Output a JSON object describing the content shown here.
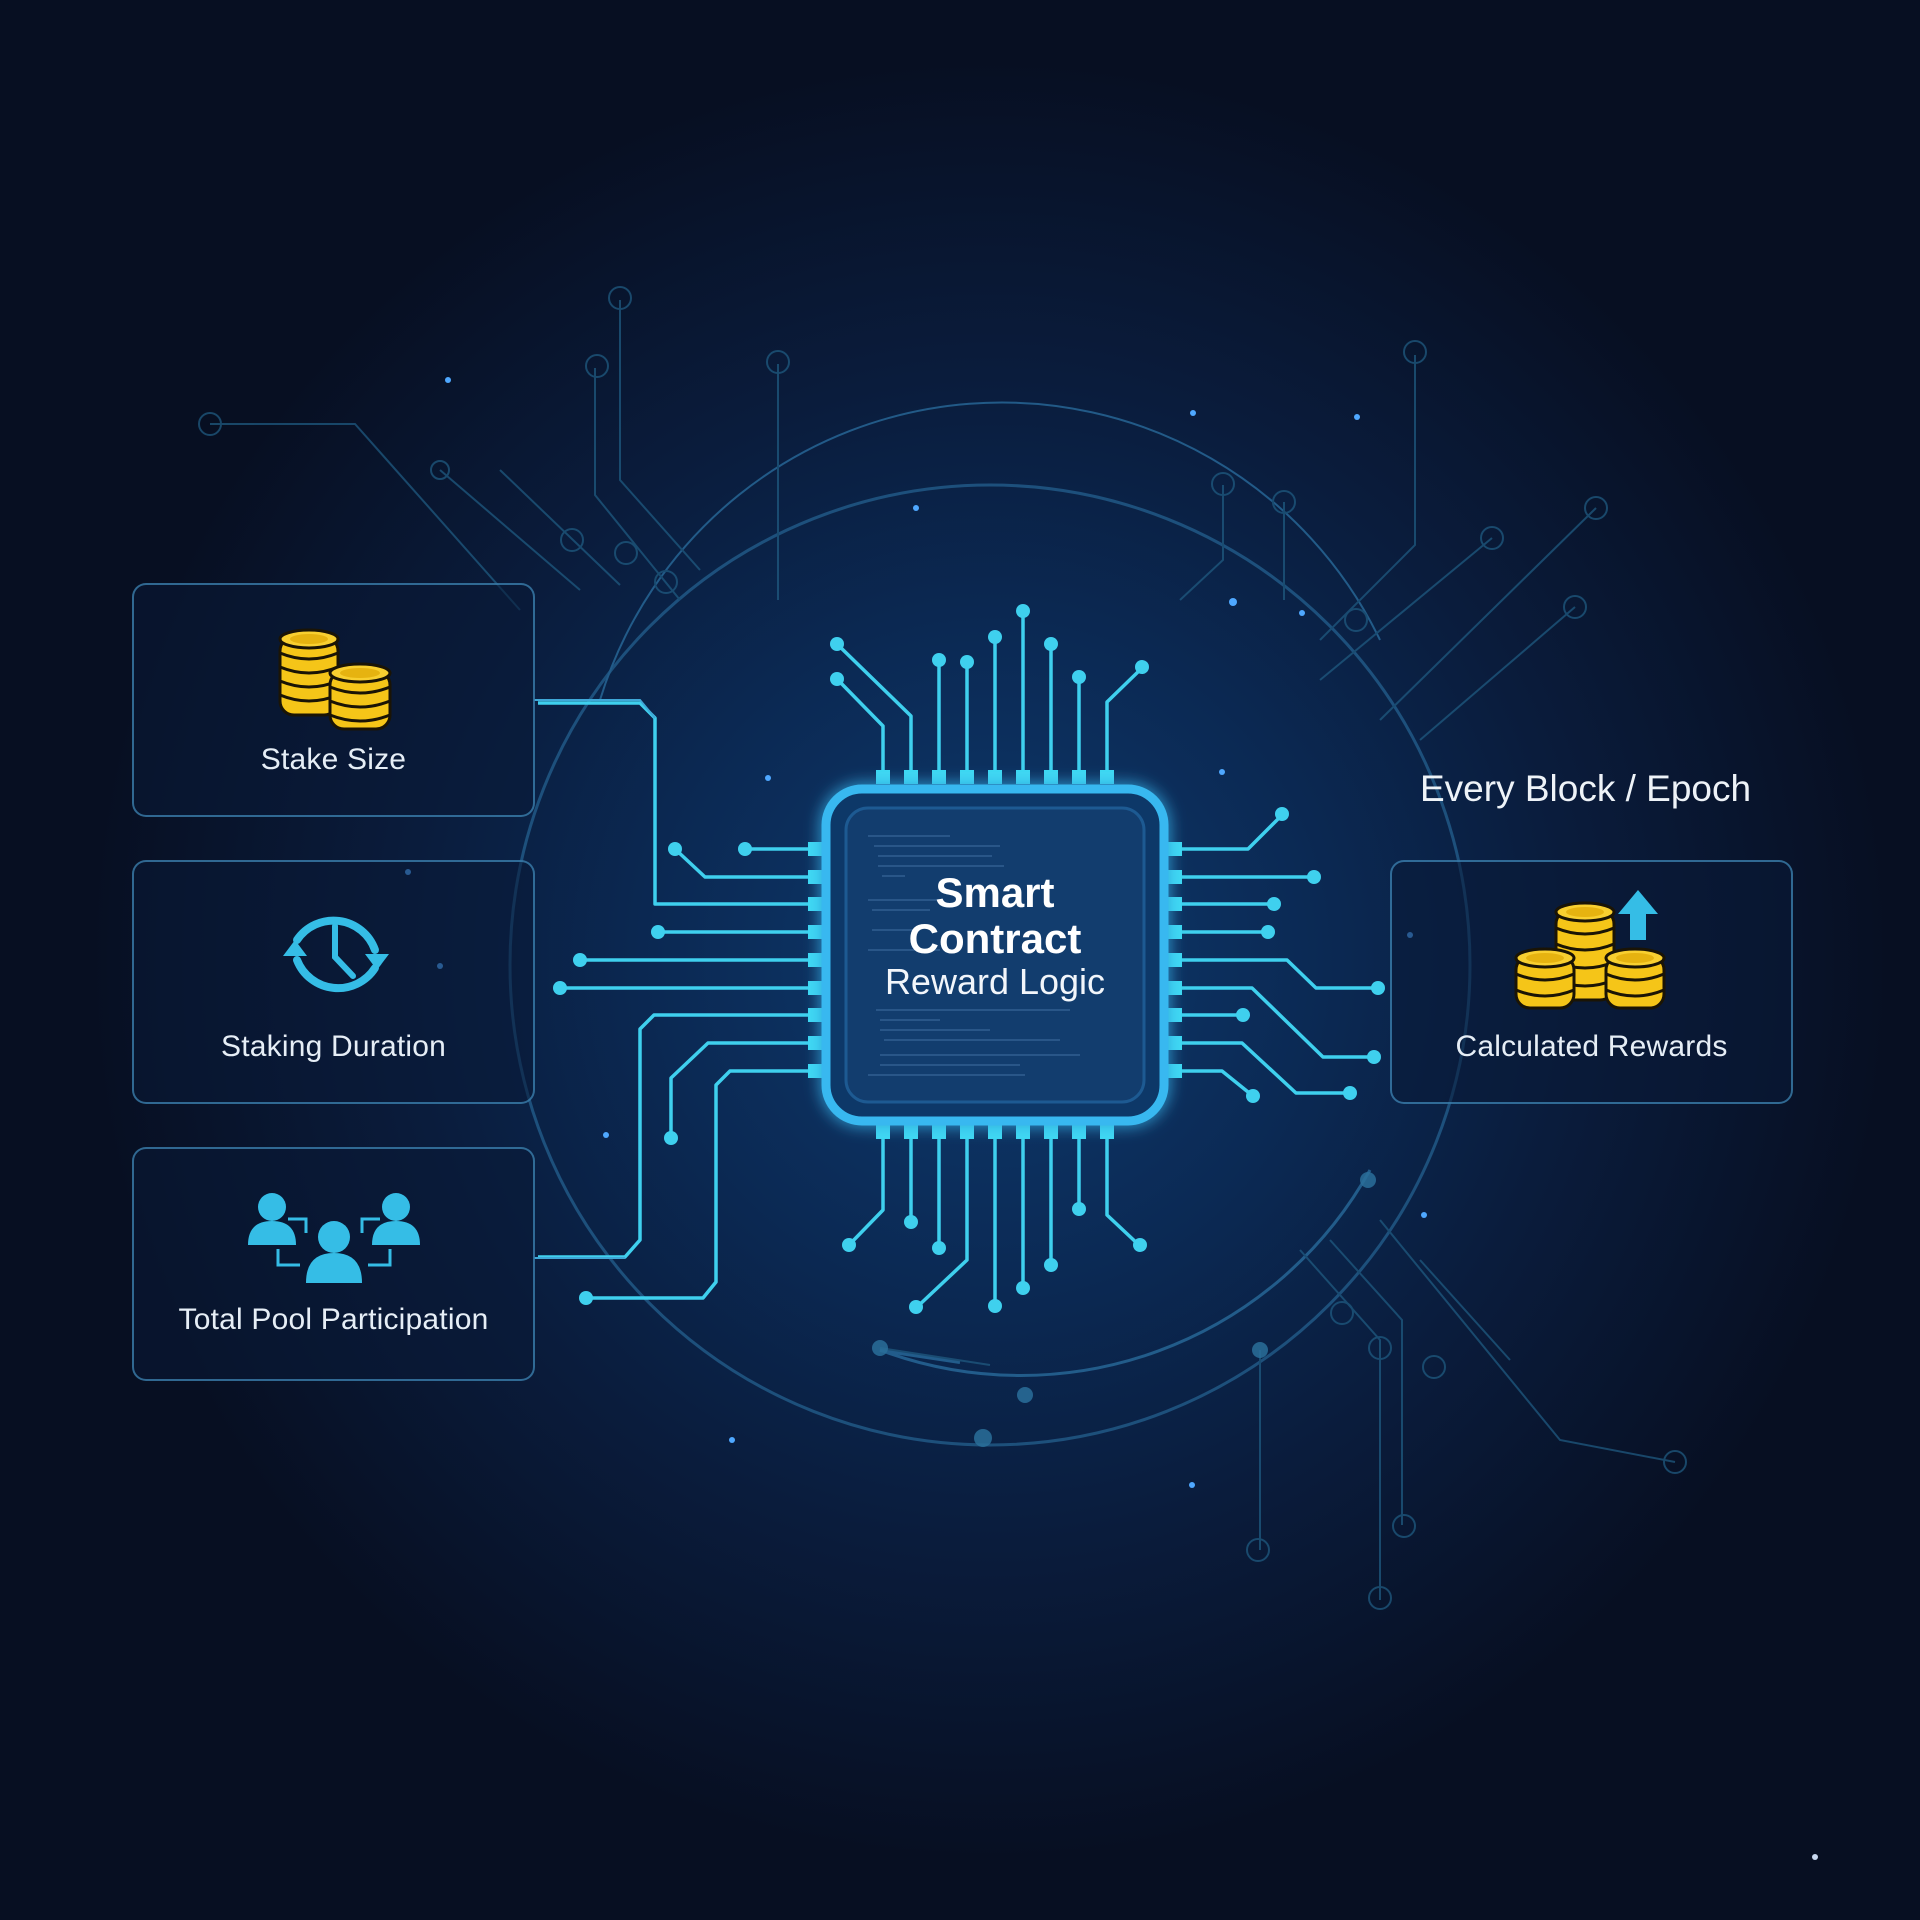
{
  "title": "Smart Contract Reward Logic",
  "colors": {
    "background_center": "#0f3a6e",
    "background_edge": "#070f22",
    "trace": "#3fd0ee",
    "chip_border": "#38b8f0",
    "card_border": "#4696c8",
    "coin_gold": "#f5c518",
    "icon_cyan": "#35bde6",
    "text": "#e6eef6"
  },
  "chip": {
    "title_line1": "Smart",
    "title_line2": "Contract",
    "subtitle": "Reward Logic"
  },
  "inputs": [
    {
      "label": "Stake Size",
      "icon": "coin-stack-icon"
    },
    {
      "label": "Staking Duration",
      "icon": "clock-cycle-icon"
    },
    {
      "label": "Total Pool Participation",
      "icon": "users-network-icon"
    }
  ],
  "output": {
    "heading": "Every Block / Epoch",
    "label": "Calculated Rewards",
    "icon": "coins-arrow-up-icon"
  }
}
